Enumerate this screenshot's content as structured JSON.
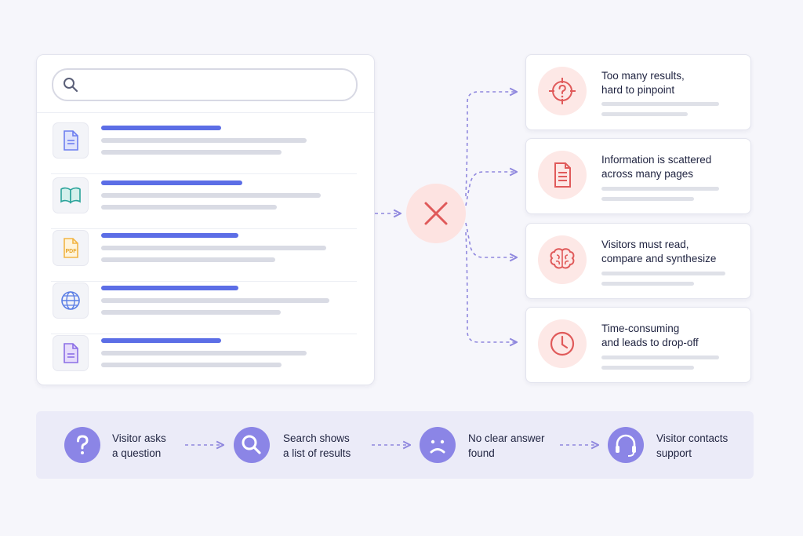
{
  "search_panel": {
    "results": [
      {
        "icon": "document-icon",
        "color": "#6d7ef0"
      },
      {
        "icon": "book-icon",
        "color": "#2aa39a"
      },
      {
        "icon": "pdf-icon",
        "color": "#f2b544",
        "badge": "PDF"
      },
      {
        "icon": "globe-icon",
        "color": "#5b7ee5"
      },
      {
        "icon": "document-icon",
        "color": "#8b6ee6"
      }
    ]
  },
  "failure_icon": "x-icon",
  "problems": [
    {
      "icon": "target-question-icon",
      "line1": "Too many results,",
      "line2": "hard to pinpoint"
    },
    {
      "icon": "document-icon",
      "line1": "Information is scattered",
      "line2": "across many pages"
    },
    {
      "icon": "brain-icon",
      "line1": "Visitors must read,",
      "line2": "compare and synthesize"
    },
    {
      "icon": "clock-icon",
      "line1": "Time-consuming",
      "line2": "and leads to drop-off"
    }
  ],
  "journey": [
    {
      "icon": "question-icon",
      "line1": "Visitor asks",
      "line2": "a question"
    },
    {
      "icon": "search-icon",
      "line1": "Search shows",
      "line2": "a list of results"
    },
    {
      "icon": "sad-face-icon",
      "line1": "No clear answer",
      "line2": "found"
    },
    {
      "icon": "headset-icon",
      "line1": "Visitor contacts",
      "line2": "support"
    }
  ],
  "colors": {
    "accent": "#5c6ee6",
    "flow_arrow": "#8f87de",
    "problem_red": "#e05a5a",
    "journey_icon": "#8b85e6"
  }
}
